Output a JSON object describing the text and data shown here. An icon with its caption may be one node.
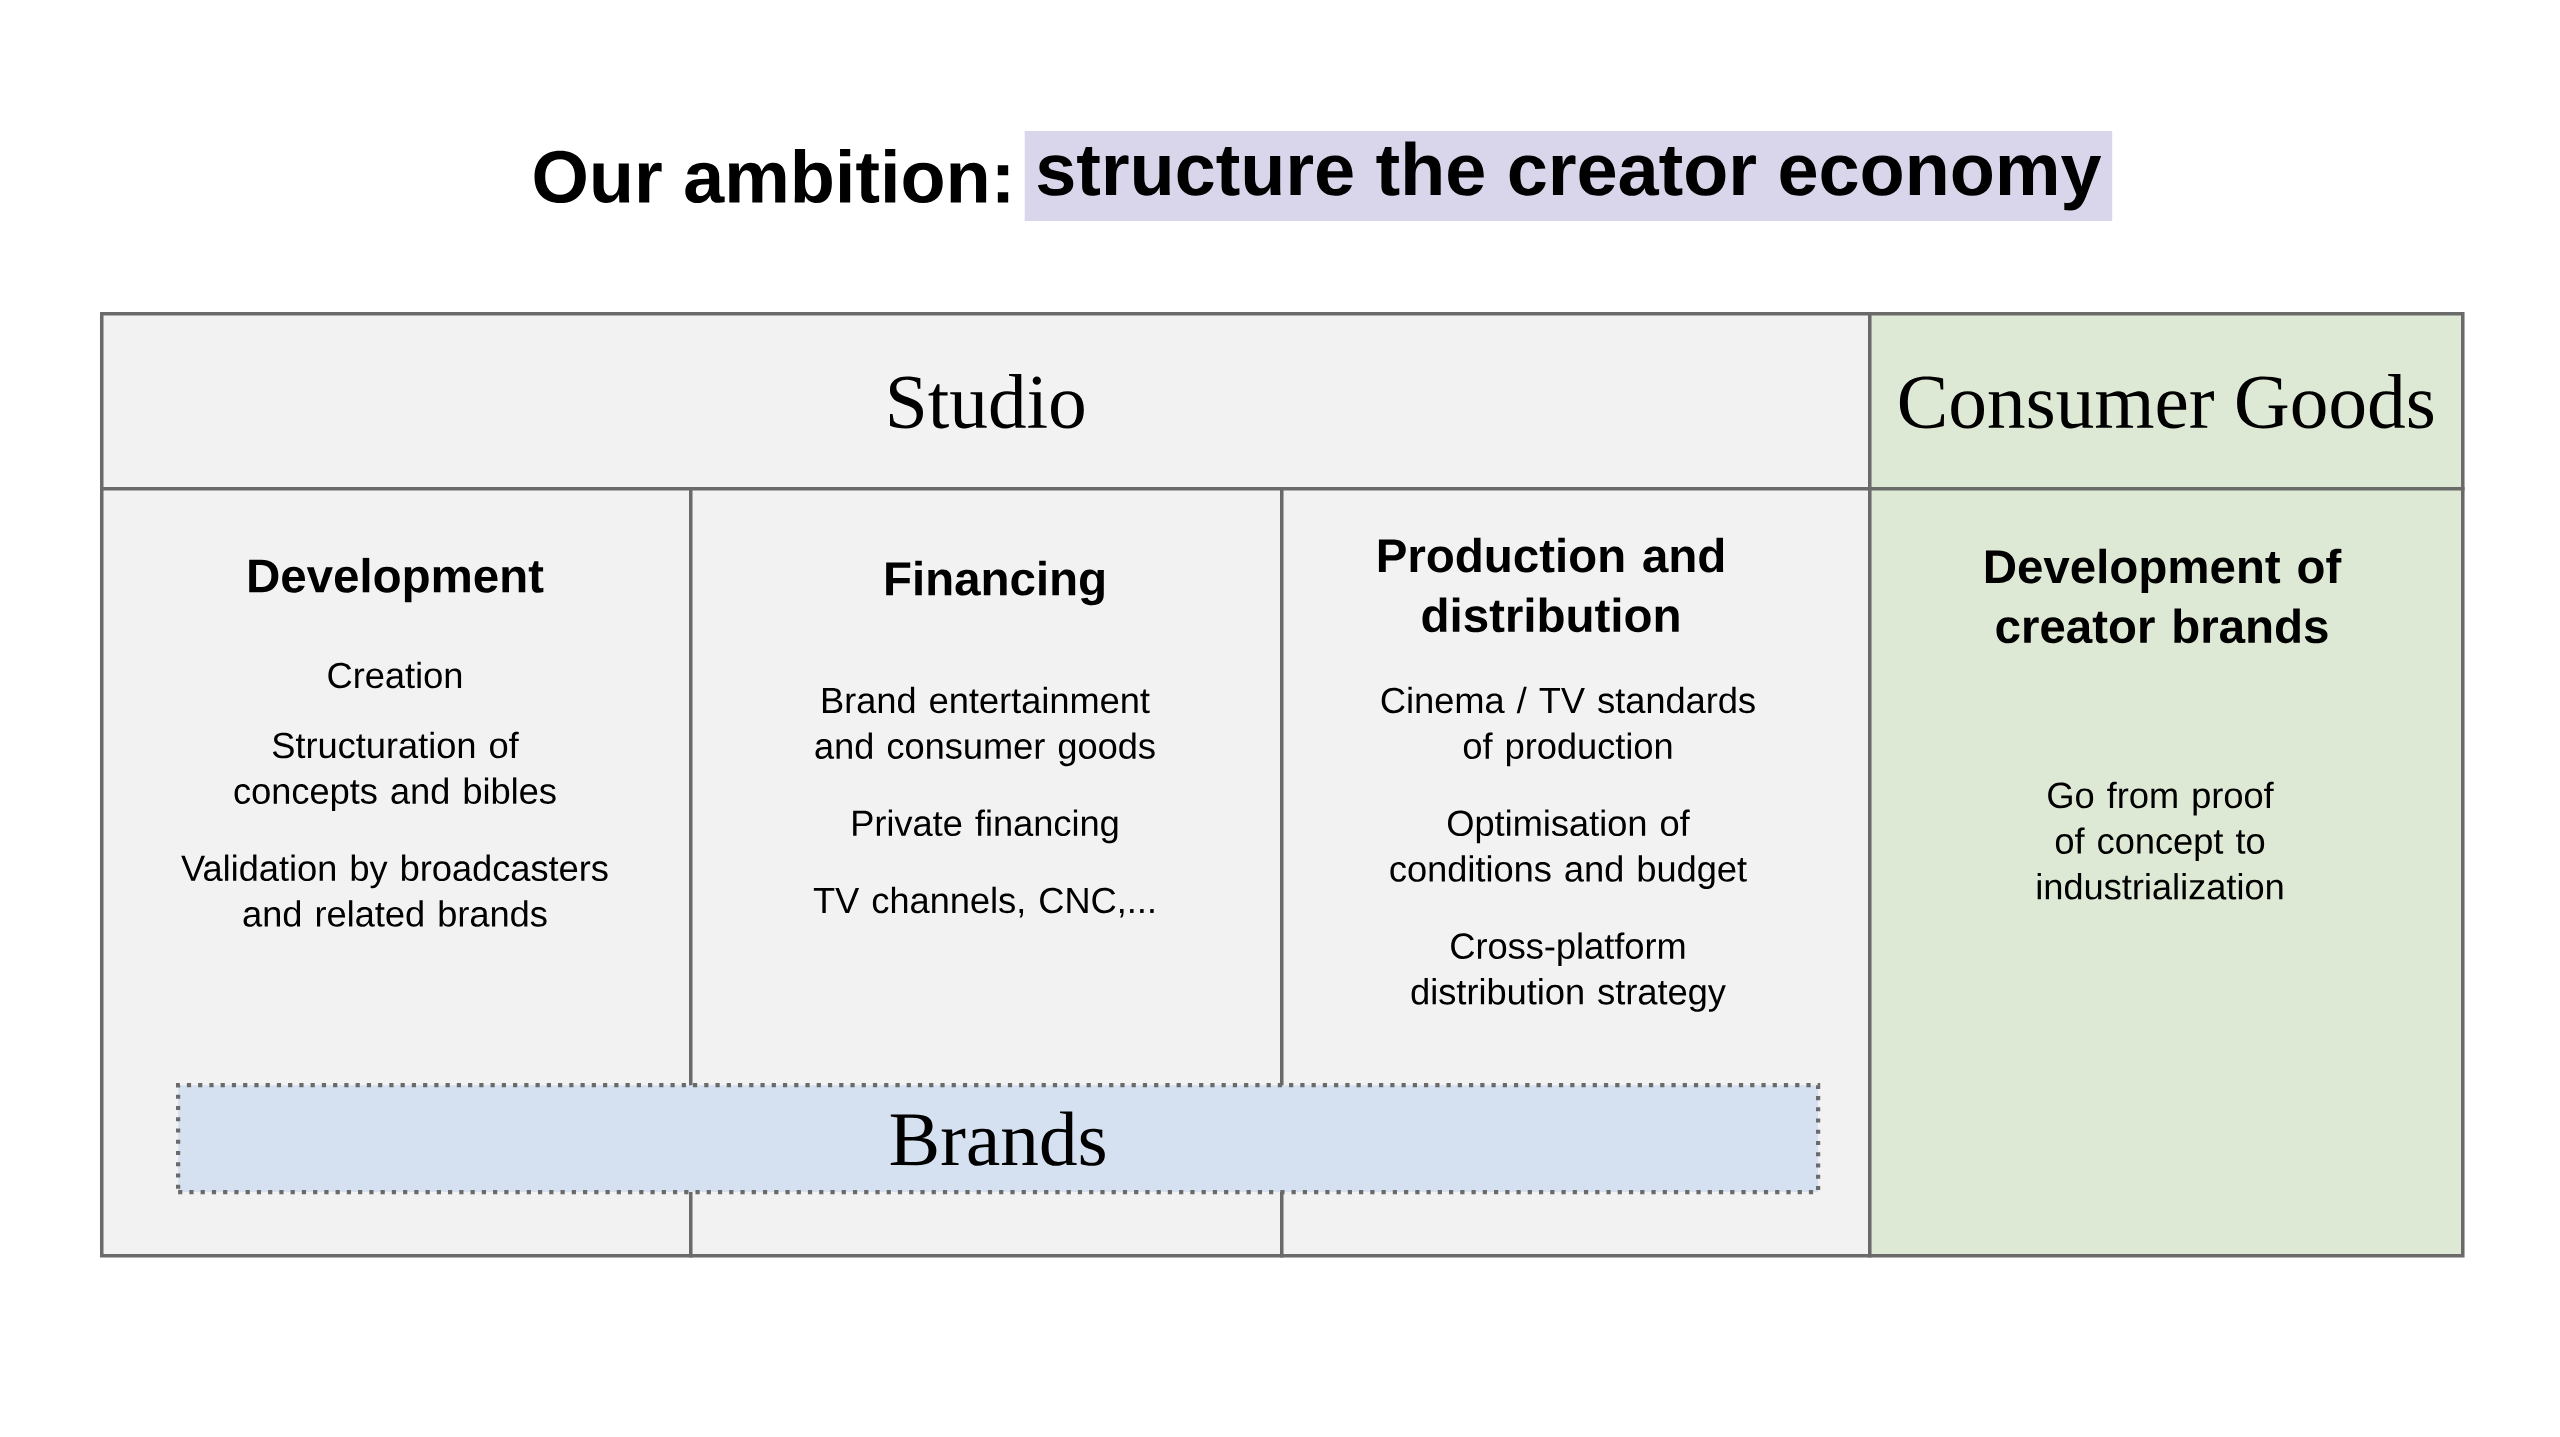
{
  "diagram": {
    "title": "Our ambition:",
    "nodes": [
      {
        "text": [
          "structure the creator economy"
        ]
      },
      {
        "text": [
          "Studio"
        ]
      },
      {
        "text": [
          "Consumer Goods"
        ]
      },
      {
        "text": [
          "Development",
          "Creation",
          "Structuration of concepts and bibles",
          "Validation by broadcasters and related brands"
        ]
      },
      {
        "text": [
          "Financing",
          "Brand entertainment and consumer goods",
          "Private financing",
          "TV channels, CNC,..."
        ]
      },
      {
        "text": [
          "Production and distribution",
          "Cinema / TV standards of production",
          "Optimisation of conditions and budget",
          "Cross-platform distribution strategy"
        ]
      },
      {
        "text": [
          "Development of creator brands",
          "Go from proof of concept to industrialization"
        ]
      },
      {
        "text": [
          "Brands"
        ]
      }
    ]
  }
}
